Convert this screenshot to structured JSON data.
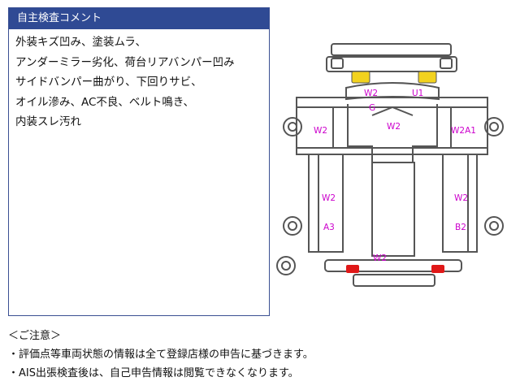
{
  "comment_panel": {
    "title": "自主検査コメント",
    "lines": [
      "外装キズ凹み、塗装ムラ、",
      "アンダーミラー劣化、荷台リアバンパー凹み",
      "サイドバンパー曲がり、下回りサビ、",
      "オイル滲み、AC不良、ベルト鳴き、",
      "内装スレ汚れ"
    ]
  },
  "diagram_marks": {
    "front_left": "W2",
    "front_right": "U1",
    "hood": "G",
    "left_door": "W2",
    "roof": "W2",
    "right_door": "W2A1",
    "left_bed_upper": "W2",
    "left_bed_lower": "A3",
    "right_bed_upper": "W2",
    "right_bed_lower": "B2",
    "tailgate": "W2"
  },
  "colors": {
    "header_bg": "#2f4a94",
    "mark_text": "#cc00cc",
    "headlight": "#f2d21e",
    "taillight": "#e01818"
  },
  "notes": {
    "heading": "＜ご注意＞",
    "line1": "・評価点等車両状態の情報は全て登録店様の申告に基づきます。",
    "line2": "・AIS出張検査後は、自己申告情報は閲覧できなくなります。"
  }
}
